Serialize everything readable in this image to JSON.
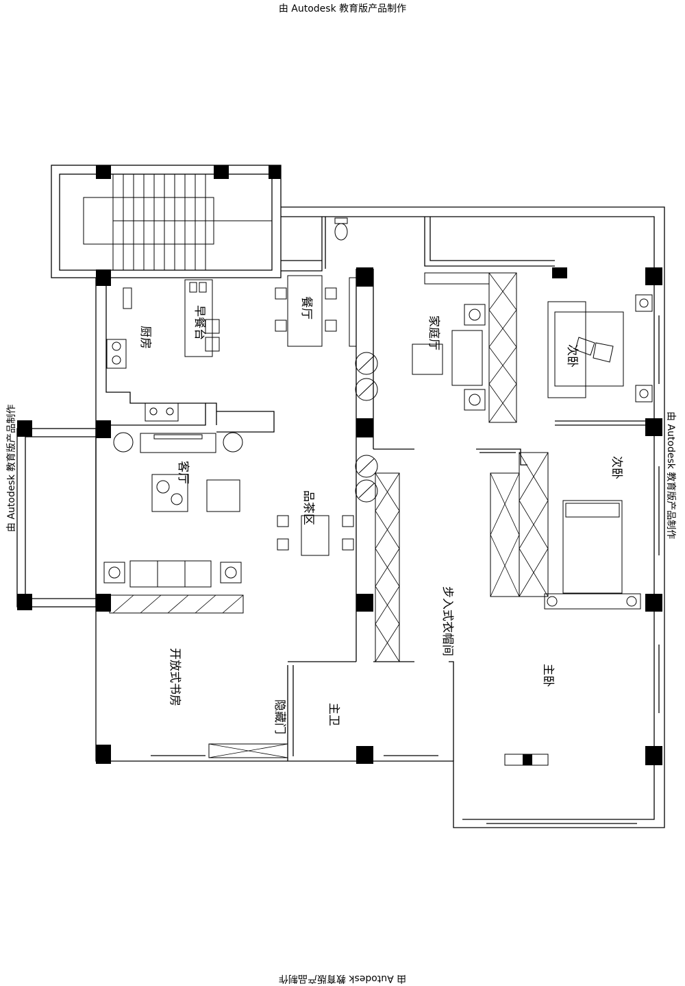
{
  "watermark": "由 Autodesk 教育版产品制作",
  "rooms": {
    "kitchen": "厨房",
    "breakfast_bar": "早餐台",
    "dining_room": "餐厅",
    "family_room": "家庭厅",
    "secondary_bedroom_top": "次卧",
    "secondary_bedroom": "次卧",
    "living_room": "客厅",
    "tea_area": "品茶区",
    "walk_in_closet": "步入式衣帽间",
    "master_bedroom": "主卧",
    "open_study": "开放式书房",
    "master_bathroom": "主卫",
    "hidden_door": "隐藏门"
  }
}
